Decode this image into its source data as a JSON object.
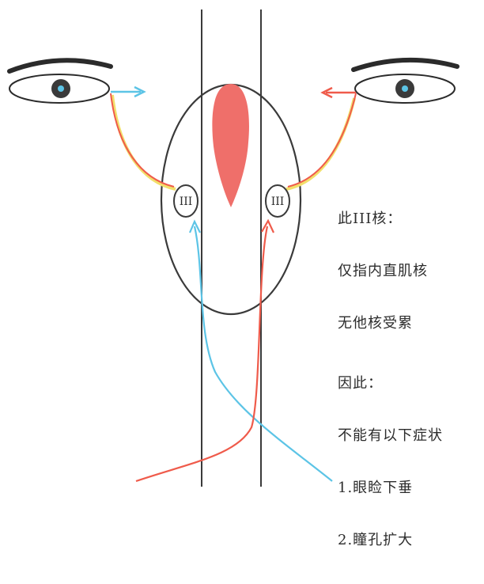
{
  "nuclei": {
    "left_label": "III",
    "right_label": "III"
  },
  "annotation_top": {
    "lines": [
      "此III核：",
      "仅指内直肌核",
      "无他核受累"
    ]
  },
  "annotation_bottom": {
    "lines": [
      "因此：",
      "不能有以下症状",
      "1.眼睑下垂",
      "2.瞳孔扩大"
    ]
  },
  "colors": {
    "outline": "#3a3a3a",
    "red_pathway": "#ef5b4b",
    "yellow_pathway": "#f2df6b",
    "blue_pathway": "#5cc4e6",
    "lesion": "#ef6f6a",
    "pupil": "#2a7fb8"
  }
}
